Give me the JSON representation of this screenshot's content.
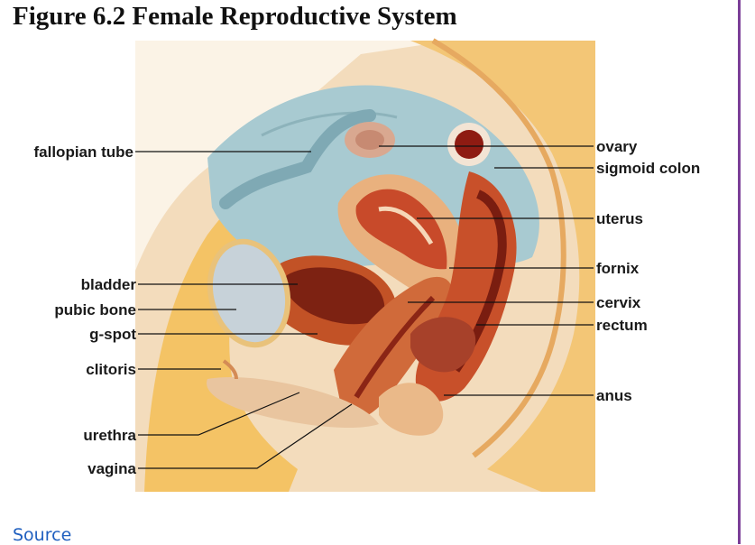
{
  "title": "Figure 6.2 Female Reproductive System",
  "labels": {
    "fallopian_tube": "fallopian tube",
    "bladder": "bladder",
    "pubic_bone": "pubic bone",
    "g_spot": "g-spot",
    "clitoris": "clitoris",
    "urethra": "urethra",
    "vagina": "vagina",
    "ovary": "ovary",
    "sigmoid_colon": "sigmoid colon",
    "uterus": "uterus",
    "fornix": "fornix",
    "cervix": "cervix",
    "rectum": "rectum",
    "anus": "anus"
  },
  "source_link": "Source",
  "colors": {
    "border": "#7b3f98",
    "link": "#1f5fbf",
    "skin": "#f2d9b5",
    "fat": "#f5c468",
    "muscle": "#c8502a",
    "cavity": "#9fc4cc"
  }
}
